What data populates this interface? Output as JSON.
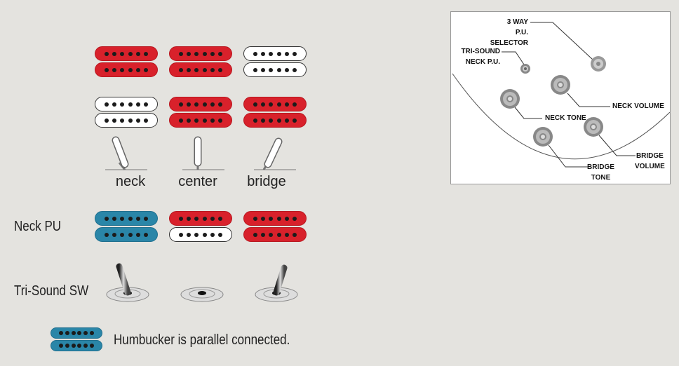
{
  "colors": {
    "red": "#d8212b",
    "white": "#ffffff",
    "blue": "#2a86a8",
    "background": "#e4e3df"
  },
  "pickup_rows": [
    {
      "name": "neck-position-row",
      "pickups": [
        [
          "red",
          "red"
        ],
        [
          "red",
          "red"
        ],
        [
          "white",
          "white"
        ]
      ]
    },
    {
      "name": "bridge-position-row",
      "pickups": [
        [
          "white",
          "white"
        ],
        [
          "red",
          "red"
        ],
        [
          "red",
          "red"
        ]
      ]
    },
    {
      "name": "neck-pu-row",
      "pickups": [
        [
          "blue",
          "blue"
        ],
        [
          "red",
          "white"
        ],
        [
          "red",
          "red"
        ]
      ]
    }
  ],
  "positions": [
    "neck",
    "center",
    "bridge"
  ],
  "row_labels": {
    "neck_pu": "Neck PU",
    "tri_sound": "Tri-Sound SW"
  },
  "legend": {
    "coil": [
      "blue",
      "blue"
    ],
    "text": "Humbucker is parallel connected."
  },
  "diagram": {
    "selector": [
      "3 WAY",
      "P.U. SELECTOR"
    ],
    "tri_sound": [
      "TRI-SOUND",
      "NECK P.U."
    ],
    "neck_volume": "NECK VOLUME",
    "neck_tone": "NECK TONE",
    "bridge_volume": [
      "BRIDGE",
      "VOLUME"
    ],
    "bridge_tone": [
      "BRIDGE",
      "TONE"
    ]
  }
}
